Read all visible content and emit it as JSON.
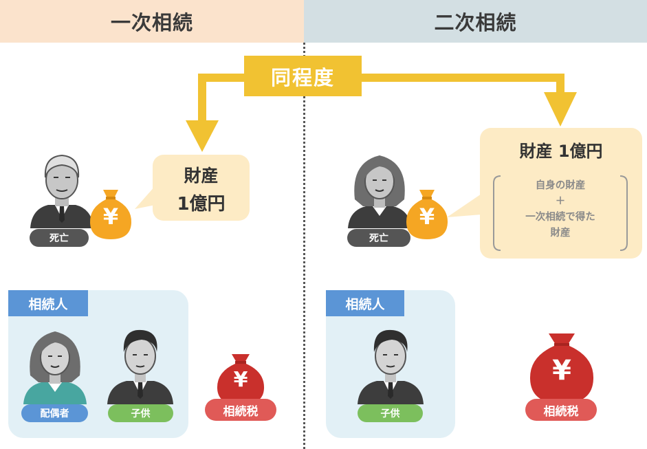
{
  "headers": {
    "primary": "一次相続",
    "secondary": "二次相続"
  },
  "center_label": "同程度",
  "primary": {
    "deceased_tag": "死亡",
    "asset_line1": "財産",
    "asset_line2": "1億円",
    "heirs_title": "相続人",
    "heir1_tag": "配偶者",
    "heir2_tag": "子供",
    "tax_tag": "相続税"
  },
  "secondary": {
    "deceased_tag": "死亡",
    "asset_title": "財産 1億円",
    "detail_line1": "自身の財産",
    "detail_plus": "＋",
    "detail_line2": "一次相続で得た",
    "detail_line3": "財産",
    "heirs_title": "相続人",
    "heir_tag": "子供",
    "tax_tag": "相続税"
  },
  "icons": {
    "money_bag_symbol": "¥",
    "tax_bag_symbol": "¥"
  },
  "colors": {
    "gold": "#f1c232",
    "bubble": "#fdebc5",
    "primary_header": "#fbe3cc",
    "secondary_header": "#d3dfe3",
    "heirs_panel": "#e2f0f6",
    "heirs_title": "#5b95d6",
    "spouse_tag": "#5b95d6",
    "child_tag": "#7cbf5d",
    "tax": "#e05a57",
    "money_bag": "#f5a623"
  }
}
